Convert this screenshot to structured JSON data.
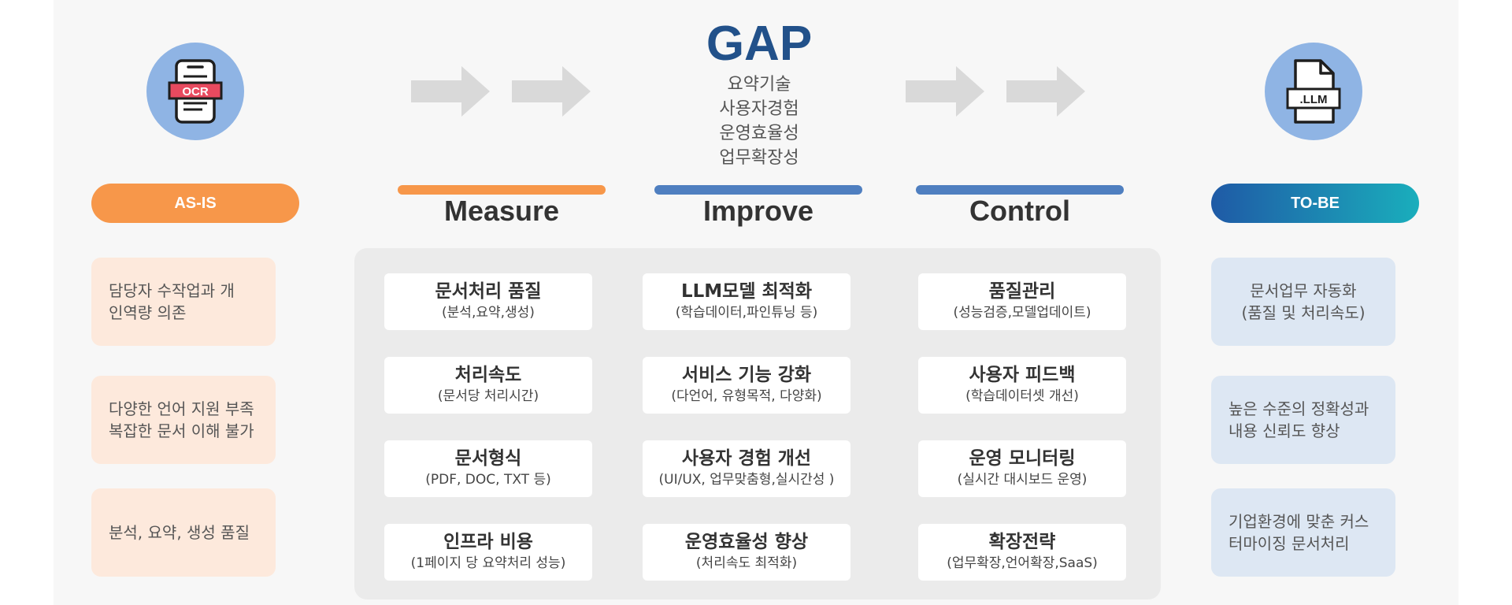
{
  "gap": {
    "title": "GAP",
    "items": [
      "요약기술",
      "사용자경험",
      "운영효율성",
      "업무확장성"
    ]
  },
  "icons": {
    "left": "ocr-document-icon",
    "left_label": "OCR",
    "right": "llm-file-icon",
    "right_label": ".LLM",
    "arrow": "right-arrow-icon"
  },
  "colors": {
    "asis": "#f7974a",
    "tobe_start": "#1f5aa6",
    "tobe_end": "#1aaebc",
    "measure_bar": "#f7974a",
    "improve_bar": "#4f7fc0",
    "control_bar": "#4f7fc0",
    "gap_title": "#22518a",
    "circle": "#8fb4e4"
  },
  "asis": {
    "label": "AS-IS",
    "items": [
      "담당자 수작업과 개인역량 의존",
      "다양한 언어 지원 부족\n복잡한 문서 이해 불가",
      "분석, 요약, 생성 품질"
    ]
  },
  "tobe": {
    "label": "TO-BE",
    "items": [
      "문서업무 자동화\n(품질 및 처리속도)",
      "높은 수준의 정확성과\n내용 신뢰도 향상",
      "기업환경에 맞춘 커스터마이징 문서처리"
    ]
  },
  "phases": [
    {
      "title": "Measure",
      "cards": [
        {
          "title": "문서처리 품질",
          "sub": "(분석,요약,생성)"
        },
        {
          "title": "처리속도",
          "sub": "(문서당 처리시간)"
        },
        {
          "title": "문서형식",
          "sub": "(PDF, DOC, TXT 등)"
        },
        {
          "title": "인프라 비용",
          "sub": "(1페이지 당 요약처리 성능)"
        }
      ]
    },
    {
      "title": "Improve",
      "cards": [
        {
          "title": "LLM모델 최적화",
          "sub": "(학습데이터,파인튜닝 등)"
        },
        {
          "title": "서비스 기능 강화",
          "sub": "(다언어, 유형목적, 다양화)"
        },
        {
          "title": "사용자 경험 개선",
          "sub": "(UI/UX, 업무맞춤형,실시간성 )"
        },
        {
          "title": "운영효율성 향상",
          "sub": "(처리속도 최적화)"
        }
      ]
    },
    {
      "title": "Control",
      "cards": [
        {
          "title": "품질관리",
          "sub": "(성능검증,모델업데이트)"
        },
        {
          "title": "사용자 피드백",
          "sub": "(학습데이터셋 개선)"
        },
        {
          "title": "운영 모니터링",
          "sub": "(실시간 대시보드 운영)"
        },
        {
          "title": "확장전략",
          "sub": "(업무확장,언어확장,SaaS)"
        }
      ]
    }
  ]
}
